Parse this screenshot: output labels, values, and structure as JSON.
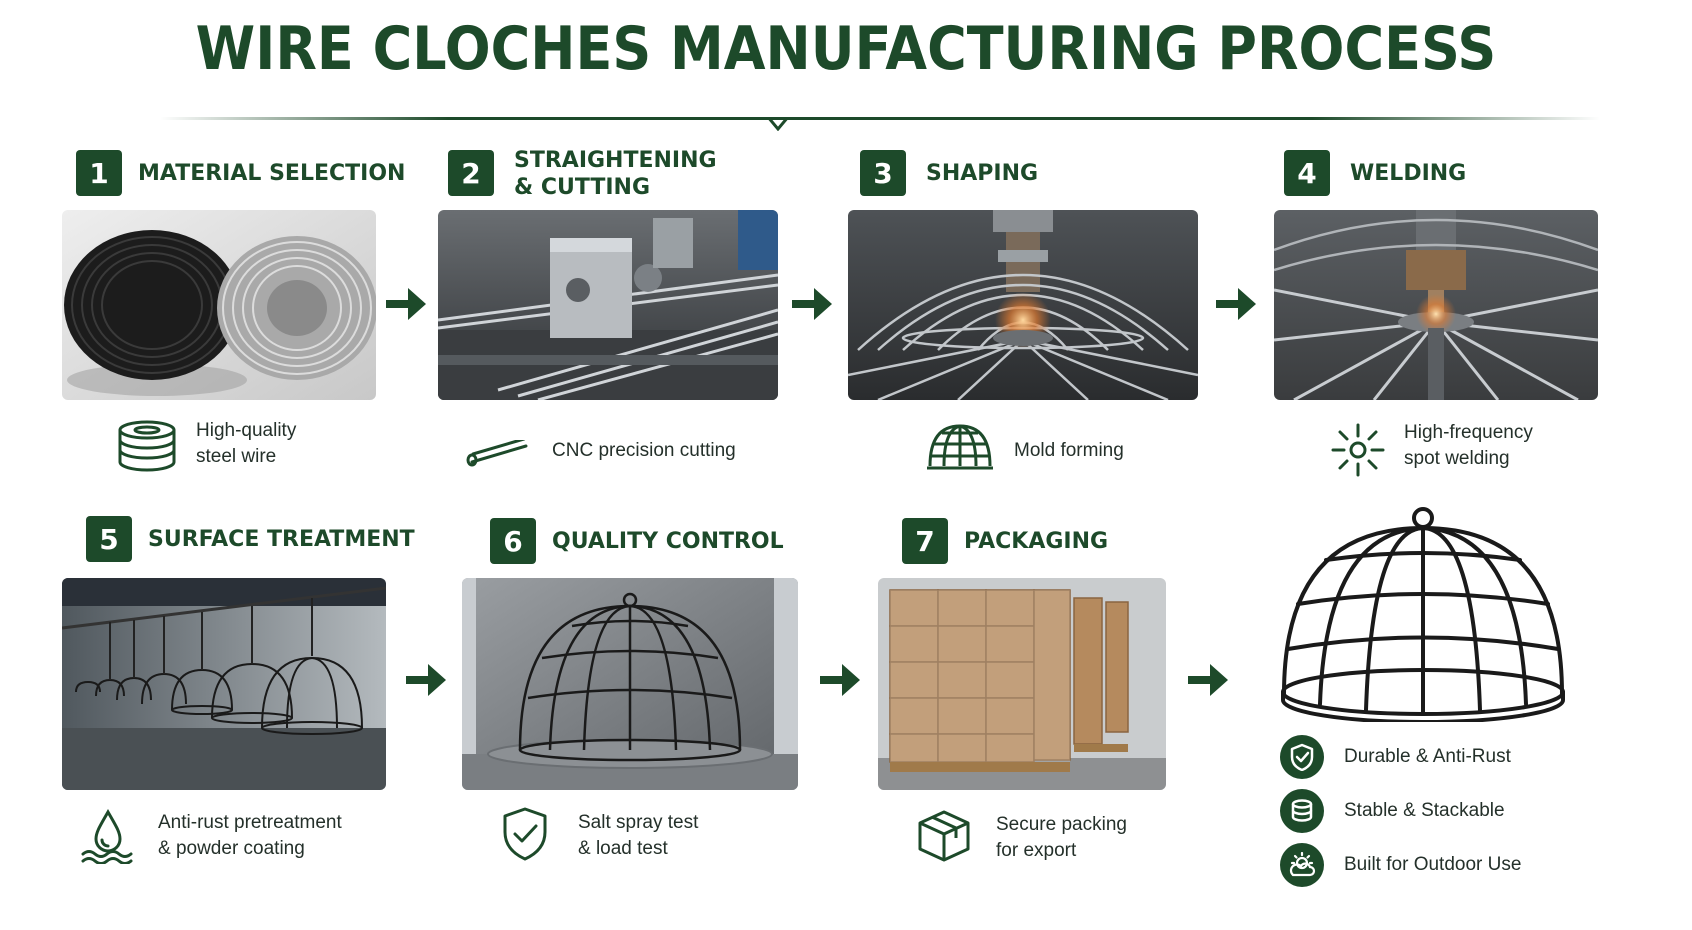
{
  "title": "WIRE CLOCHES MANUFACTURING PROCESS",
  "steps": [
    {
      "num": "1",
      "title": "MATERIAL SELECTION",
      "caption_1": "High-quality",
      "caption_2": "steel wire",
      "icon": "wire-coil-icon"
    },
    {
      "num": "2",
      "title_1": "STRAIGHTENING",
      "title_2": "& CUTTING",
      "caption_1": "CNC precision cutting",
      "icon": "rod-icon"
    },
    {
      "num": "3",
      "title": "SHAPING",
      "caption_1": "Mold forming",
      "icon": "dome-mold-icon"
    },
    {
      "num": "4",
      "title": "WELDING",
      "caption_1": "High-frequency",
      "caption_2": "spot welding",
      "icon": "spark-icon"
    },
    {
      "num": "5",
      "title": "SURFACE TREATMENT",
      "caption_1": "Anti-rust pretreatment",
      "caption_2": "& powder coating",
      "icon": "water-drop-icon"
    },
    {
      "num": "6",
      "title": "QUALITY CONTROL",
      "caption_1": "Salt spray test",
      "caption_2": "& load test",
      "icon": "shield-check-icon"
    },
    {
      "num": "7",
      "title": "PACKAGING",
      "caption_1": "Secure packing",
      "caption_2": "for export",
      "icon": "box-icon"
    }
  ],
  "features": [
    {
      "label": "Durable & Anti-Rust",
      "icon": "shield-check-icon"
    },
    {
      "label": "Stable & Stackable",
      "icon": "stack-icon"
    },
    {
      "label": "Built for Outdoor Use",
      "icon": "sun-cloud-icon"
    }
  ],
  "colors": {
    "brand_green": "#1d4a2a"
  }
}
